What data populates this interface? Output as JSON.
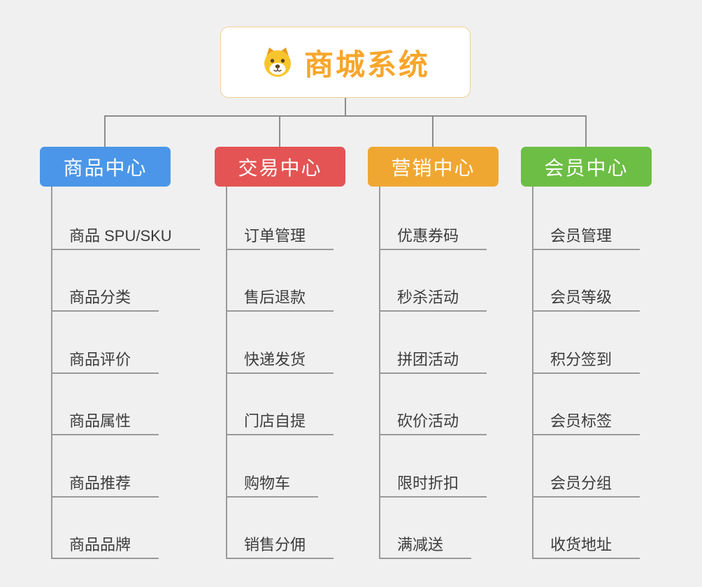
{
  "root": {
    "title": "商城系统",
    "icon": "dog-icon",
    "accent_color": "#f7a62b",
    "background": "#ffffff",
    "border_color": "#f2cf94"
  },
  "connectors": {
    "color": "#8c8c8c"
  },
  "branches": [
    {
      "label": "商品中心",
      "color": "#4b96e8",
      "items": [
        "商品 SPU/SKU",
        "商品分类",
        "商品评价",
        "商品属性",
        "商品推荐",
        "商品品牌"
      ]
    },
    {
      "label": "交易中心",
      "color": "#e45454",
      "items": [
        "订单管理",
        "售后退款",
        "快递发货",
        "门店自提",
        "购物车",
        "销售分佣"
      ]
    },
    {
      "label": "营销中心",
      "color": "#f0a732",
      "items": [
        "优惠券码",
        "秒杀活动",
        "拼团活动",
        "砍价活动",
        "限时折扣",
        "满减送"
      ]
    },
    {
      "label": "会员中心",
      "color": "#6dbe45",
      "items": [
        "会员管理",
        "会员等级",
        "积分签到",
        "会员标签",
        "会员分组",
        "收货地址"
      ]
    }
  ]
}
